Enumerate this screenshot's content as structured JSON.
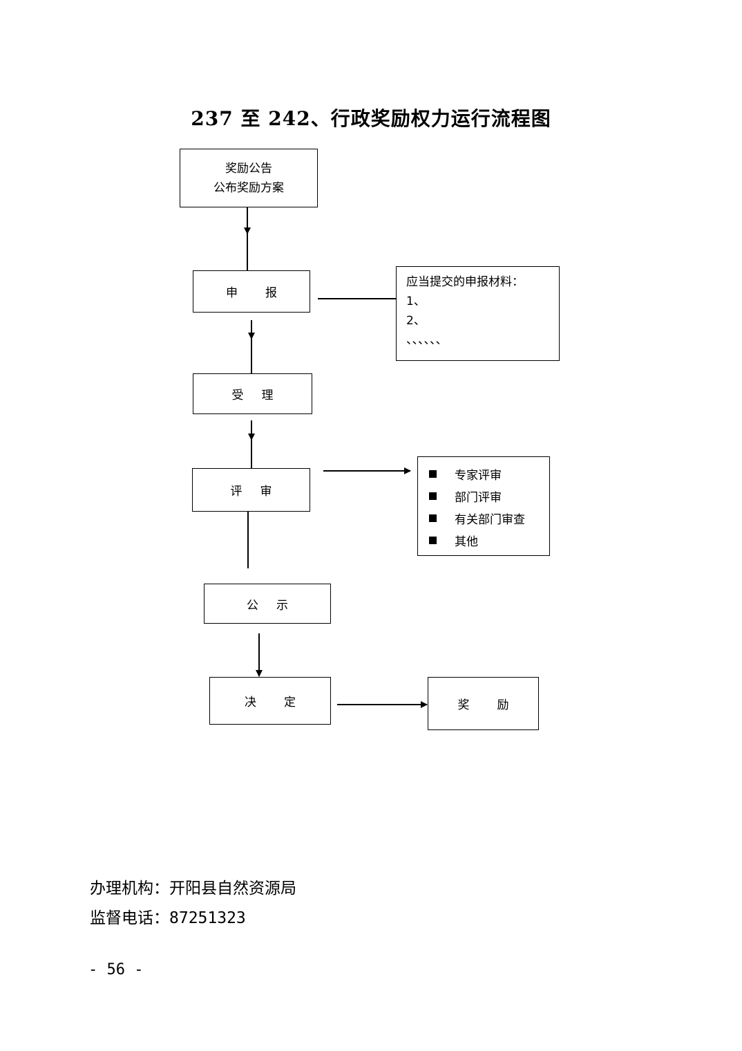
{
  "title": "237 至 242、行政奖励权力运行流程图",
  "steps": {
    "announce": {
      "line1": "奖励公告",
      "line2": "公布奖励方案"
    },
    "apply": "申报",
    "accept": "受理",
    "review": "评审",
    "publicity": "公示",
    "decision": "决定",
    "reward": "奖励"
  },
  "materials": {
    "heading": "应当提交的申报材料：",
    "items": [
      "1、",
      "2、",
      "、、、、、、"
    ]
  },
  "review_methods": [
    "专家评审",
    "部门评审",
    "有关部门审查",
    "其他"
  ],
  "footer": {
    "agency": "办理机构：开阳县自然资源局",
    "phone": "监督电话：87251323"
  },
  "page_number": "- 56 -"
}
